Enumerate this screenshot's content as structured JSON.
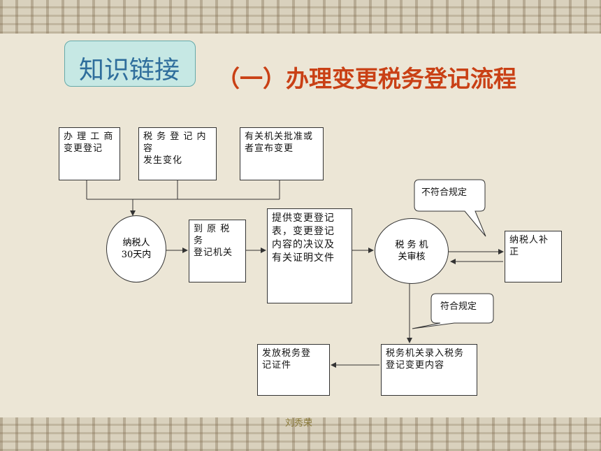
{
  "slide": {
    "tag": "知识链接",
    "title": "（一）办理变更税务登记流程",
    "author": "刘秀荣"
  },
  "nodes": {
    "trigger1": "办 理 工 商\n变更登记",
    "trigger2": "税 务 登 记 内 容\n发生变化",
    "trigger3": "有关机关批准或\n者宣布变更",
    "taxpayer": "纳税人\n30天内",
    "go_office": "到 原 税 务\n登记机关",
    "provide_docs": "提供变更登记\n表，变更登记\n内容的决议及\n有关证明文件",
    "review": "税 务 机\n关审核",
    "correct": "纳税人补\n正",
    "record": "税务机关录入税务\n登记变更内容",
    "issue": "发放税务登\n记证件"
  },
  "callouts": {
    "noncompliant": "不符合规定",
    "compliant": "符合规定"
  }
}
